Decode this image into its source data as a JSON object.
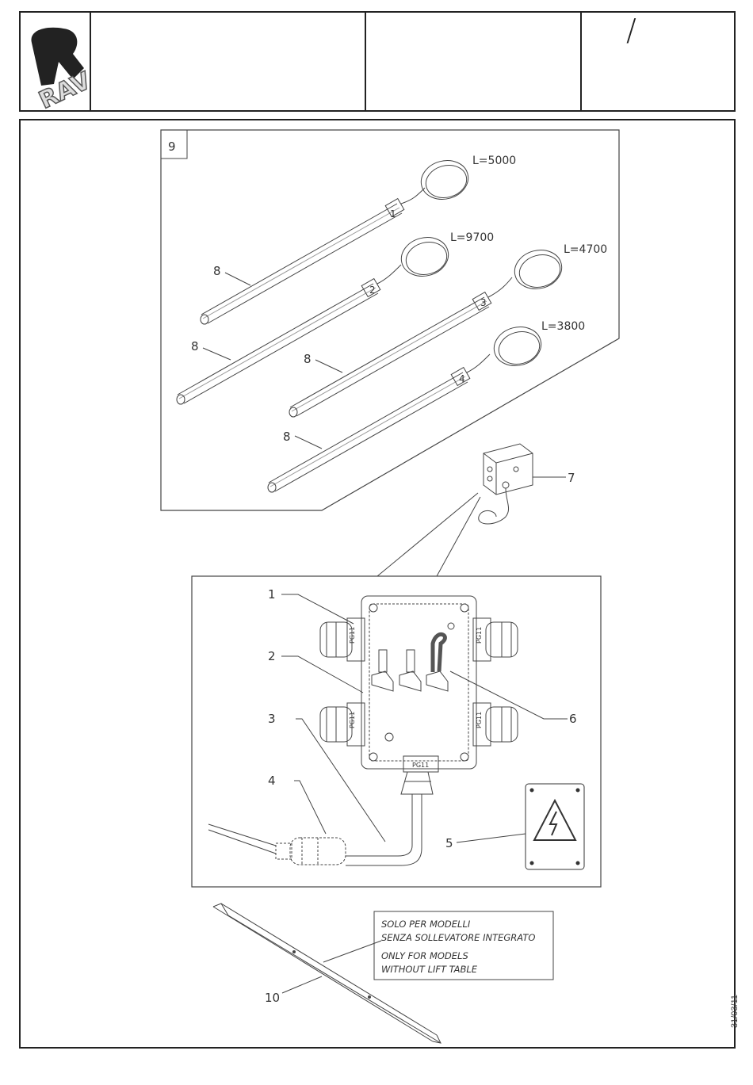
{
  "header": {
    "logo_text": "RAV",
    "revision_mark": "/"
  },
  "diagram": {
    "group_number": "9",
    "cable_lengths": [
      "L=5000",
      "L=9700",
      "L=4700",
      "L=3800"
    ],
    "sensor_numbers": [
      "1",
      "2",
      "3",
      "4"
    ],
    "callouts": {
      "sensor_bar": "8",
      "small_box": "7",
      "gland_1": "1",
      "frame_2": "2",
      "cable_3": "3",
      "connector_4": "4",
      "warning_sign_5": "5",
      "terminal_6": "6",
      "rail_10": "10"
    },
    "gland_label": "PG11",
    "note_lines": [
      "SOLO PER MODELLI",
      "SENZA SOLLEVATORE INTEGRATO",
      "ONLY FOR MODELS",
      "WITHOUT LIFT TABLE"
    ]
  },
  "footer": {
    "date": "31/03/11"
  }
}
